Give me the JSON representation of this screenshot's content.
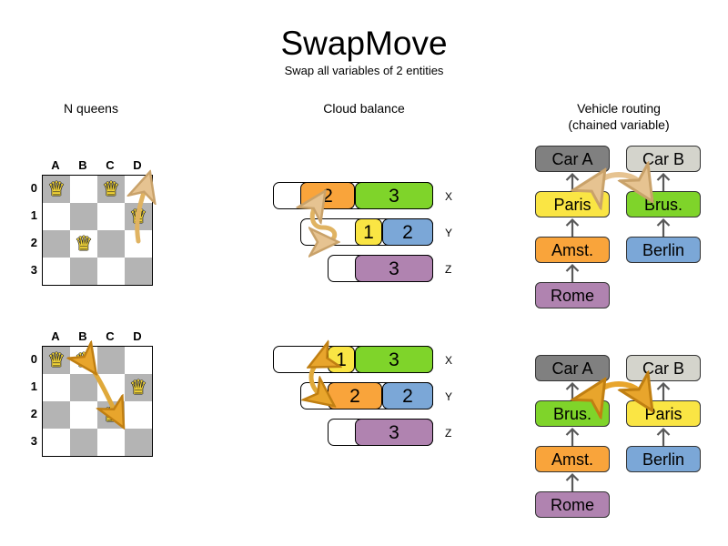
{
  "header": {
    "title": "SwapMove",
    "subtitle": "Swap all variables of 2 entities"
  },
  "colors": {
    "orange": "#F9A43B",
    "green": "#7FD42A",
    "yellow": "#FAE544",
    "blue": "#7BA7D7",
    "purple": "#B083B0",
    "gray_dark": "#808080",
    "gray_light": "#D4D4CC",
    "board_dark": "#b4b4b4",
    "board_light": "#ffffff",
    "queen": "#F2D437",
    "arrow_light": "#E6C391",
    "arrow_dark": "#D89A2E",
    "chain_line": "#595959"
  },
  "sections": {
    "nqueens": {
      "heading": "N queens",
      "files": [
        "A",
        "B",
        "C",
        "D"
      ],
      "ranks": [
        "0",
        "1",
        "2",
        "3"
      ],
      "boards": [
        {
          "name": "before",
          "queens": [
            {
              "file": 0,
              "rank": 0,
              "icon": "queen-icon"
            },
            {
              "file": 2,
              "rank": 0,
              "icon": "queen-icon"
            },
            {
              "file": 3,
              "rank": 1,
              "icon": "queen-icon"
            },
            {
              "file": 1,
              "rank": 2,
              "icon": "queen-icon"
            }
          ]
        },
        {
          "name": "after",
          "queens": [
            {
              "file": 0,
              "rank": 0,
              "icon": "queen-icon"
            },
            {
              "file": 1,
              "rank": 0,
              "icon": "queen-icon"
            },
            {
              "file": 3,
              "rank": 1,
              "icon": "queen-icon"
            },
            {
              "file": 2,
              "rank": 2,
              "icon": "queen-icon"
            }
          ]
        }
      ]
    },
    "cloud": {
      "heading": "Cloud balance",
      "rows_before": [
        {
          "label": "X",
          "segments": [
            {
              "value": "2",
              "color": "#F9A43B"
            },
            {
              "value": "3",
              "color": "#7FD42A"
            }
          ]
        },
        {
          "label": "Y",
          "segments": [
            {
              "value": "1",
              "color": "#FAE544"
            },
            {
              "value": "2",
              "color": "#7BA7D7"
            }
          ]
        },
        {
          "label": "Z",
          "segments": [
            {
              "value": "3",
              "color": "#B083B0"
            }
          ]
        }
      ],
      "rows_after": [
        {
          "label": "X",
          "segments": [
            {
              "value": "1",
              "color": "#FAE544"
            },
            {
              "value": "3",
              "color": "#7FD42A"
            }
          ]
        },
        {
          "label": "Y",
          "segments": [
            {
              "value": "2",
              "color": "#F9A43B"
            },
            {
              "value": "2",
              "color": "#7BA7D7"
            }
          ]
        },
        {
          "label": "Z",
          "segments": [
            {
              "value": "3",
              "color": "#B083B0"
            }
          ]
        }
      ]
    },
    "vrp": {
      "heading_line1": "Vehicle routing",
      "heading_line2": "(chained variable)",
      "before": {
        "chain_a": [
          "Car A",
          "Paris",
          "Amst.",
          "Rome"
        ],
        "chain_b": [
          "Car B",
          "Brus.",
          "Berlin"
        ]
      },
      "after": {
        "chain_a": [
          "Car A",
          "Brus.",
          "Amst.",
          "Rome"
        ],
        "chain_b": [
          "Car B",
          "Paris",
          "Berlin"
        ]
      },
      "node_colors": {
        "Car A": "#808080",
        "Car B": "#D4D4CC",
        "Paris": "#FAE544",
        "Brus.": "#7FD42A",
        "Amst.": "#F9A43B",
        "Berlin": "#7BA7D7",
        "Rome": "#B083B0"
      }
    }
  }
}
